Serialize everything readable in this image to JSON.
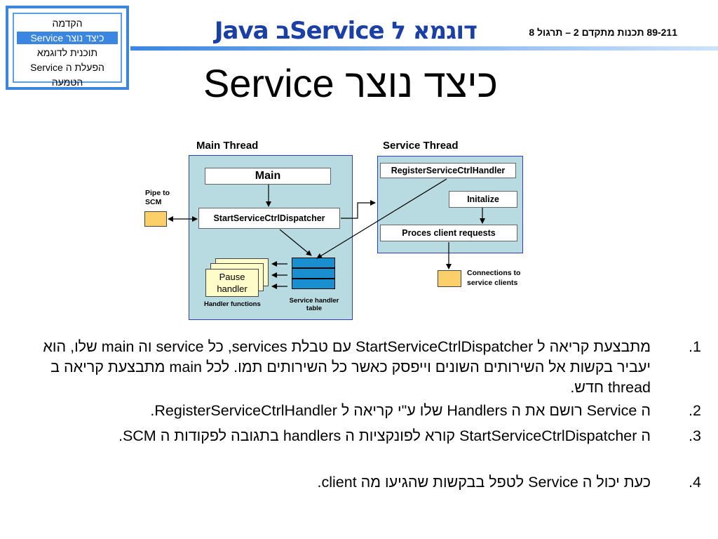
{
  "nav": {
    "items": [
      {
        "label": "הקדמה",
        "active": false
      },
      {
        "label": "כיצד נוצר Service",
        "active": true
      },
      {
        "label": "תוכנית לדוגמא",
        "active": false
      },
      {
        "label": "הפעלת ה Service",
        "active": false
      },
      {
        "label": "הטמעה",
        "active": false
      }
    ]
  },
  "header": {
    "title": "דוגמא ל Serviceב Java",
    "course": "89-211 תכנות מתקדם 2 – תרגול 8"
  },
  "page_title": "כיצד נוצר Service",
  "diagram": {
    "main_thread_label": "Main Thread",
    "service_thread_label": "Service Thread",
    "main_box": "Main",
    "dispatcher_box": "StartServiceCtrlDispatcher",
    "register_box": "RegisterServiceCtrlHandler",
    "initialize_box": "Initalize",
    "process_box": "Proces client requests",
    "pipe_label": "Pipe to SCM",
    "pause_handler": "Pause handler",
    "handler_functions": "Handler  functions",
    "service_handler_table": "Service handler table",
    "connections_label": "Connections to service clients",
    "colors": {
      "thread_bg": "#b7dbe1",
      "thread_border": "#2b3fb8",
      "pipe": "#fbcf6a",
      "handler": "#fefcc8",
      "table": "#1a8fd0"
    }
  },
  "bullets": [
    {
      "num": "1.",
      "text": "מתבצעת קריאה ל StartServiceCtrlDispatcher עם טבלת services, כל service וה main שלו, הוא יעביר בקשות אל השירותים השונים וייפסק כאשר כל השירותים תמו. לכל main מתבצעת קריאה ב thread חדש."
    },
    {
      "num": "2.",
      "text": "ה Service רושם את ה Handlers שלו ע\"י קריאה ל RegisterServiceCtrlHandler."
    },
    {
      "num": "3.",
      "text": "ה StartServiceCtrlDispatcher קורא לפונקציות ה handlers בתגובה לפקודות ה SCM."
    },
    {
      "num": "4.",
      "text": "כעת יכול ה Service לטפל בבקשות שהגיעו מה client."
    }
  ]
}
